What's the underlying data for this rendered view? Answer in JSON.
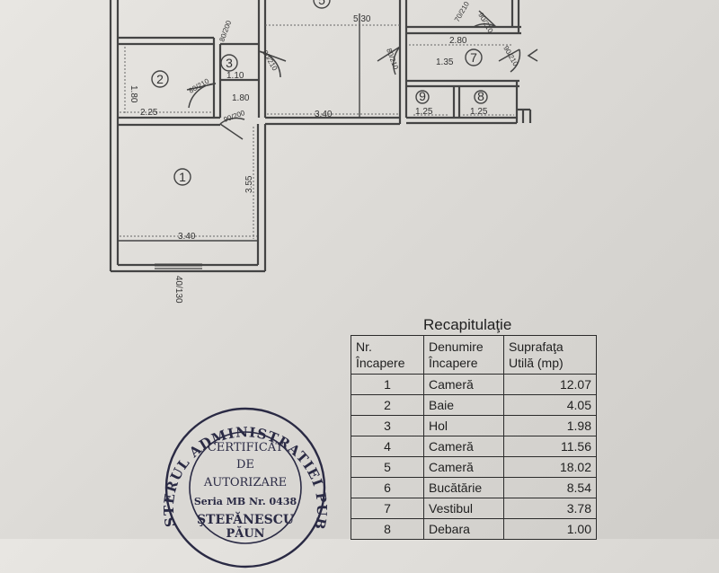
{
  "plan": {
    "rooms": [
      {
        "label": "1"
      },
      {
        "label": "2"
      },
      {
        "label": "3"
      },
      {
        "label": "5"
      },
      {
        "label": "7"
      },
      {
        "label": "8"
      },
      {
        "label": "9"
      }
    ],
    "dimensions": [
      "5.30",
      "3.40",
      "2.25",
      "1.80",
      "1.10",
      "1.80",
      "3.55",
      "3.40",
      "2.80",
      "1.35",
      "1.25",
      "1.25",
      "40/130"
    ],
    "door_labels": [
      "80/200",
      "80/210",
      "90/200",
      "80/210",
      "80/210",
      "90/210",
      "70/210",
      "90/210"
    ]
  },
  "recap": {
    "title": "Recapitulaţie",
    "headers": {
      "nr": [
        "Nr.",
        "Încapere"
      ],
      "name": [
        "Denumire",
        "Încapere"
      ],
      "area": [
        "Suprafaţa",
        "Utilă (mp)"
      ]
    },
    "rows": [
      {
        "nr": "1",
        "name": "Cameră",
        "area": "12.07"
      },
      {
        "nr": "2",
        "name": "Baie",
        "area": "4.05"
      },
      {
        "nr": "3",
        "name": "Hol",
        "area": "1.98"
      },
      {
        "nr": "4",
        "name": "Cameră",
        "area": "11.56"
      },
      {
        "nr": "5",
        "name": "Cameră",
        "area": "18.02"
      },
      {
        "nr": "6",
        "name": "Bucătărie",
        "area": "8.54"
      },
      {
        "nr": "7",
        "name": "Vestibul",
        "area": "3.78"
      },
      {
        "nr": "8",
        "name": "Debara",
        "area": "1.00"
      }
    ]
  },
  "stamp": {
    "ring_text": "MINISTERUL ADMINISTRATIEI PUBLICE",
    "line1": "CERTIFICAT",
    "line2": "DE",
    "line3": "AUTORIZARE",
    "line4": "Seria MB Nr. 0438",
    "line5": "ŞTEFĂNESCU",
    "line6": "PĂUN"
  }
}
